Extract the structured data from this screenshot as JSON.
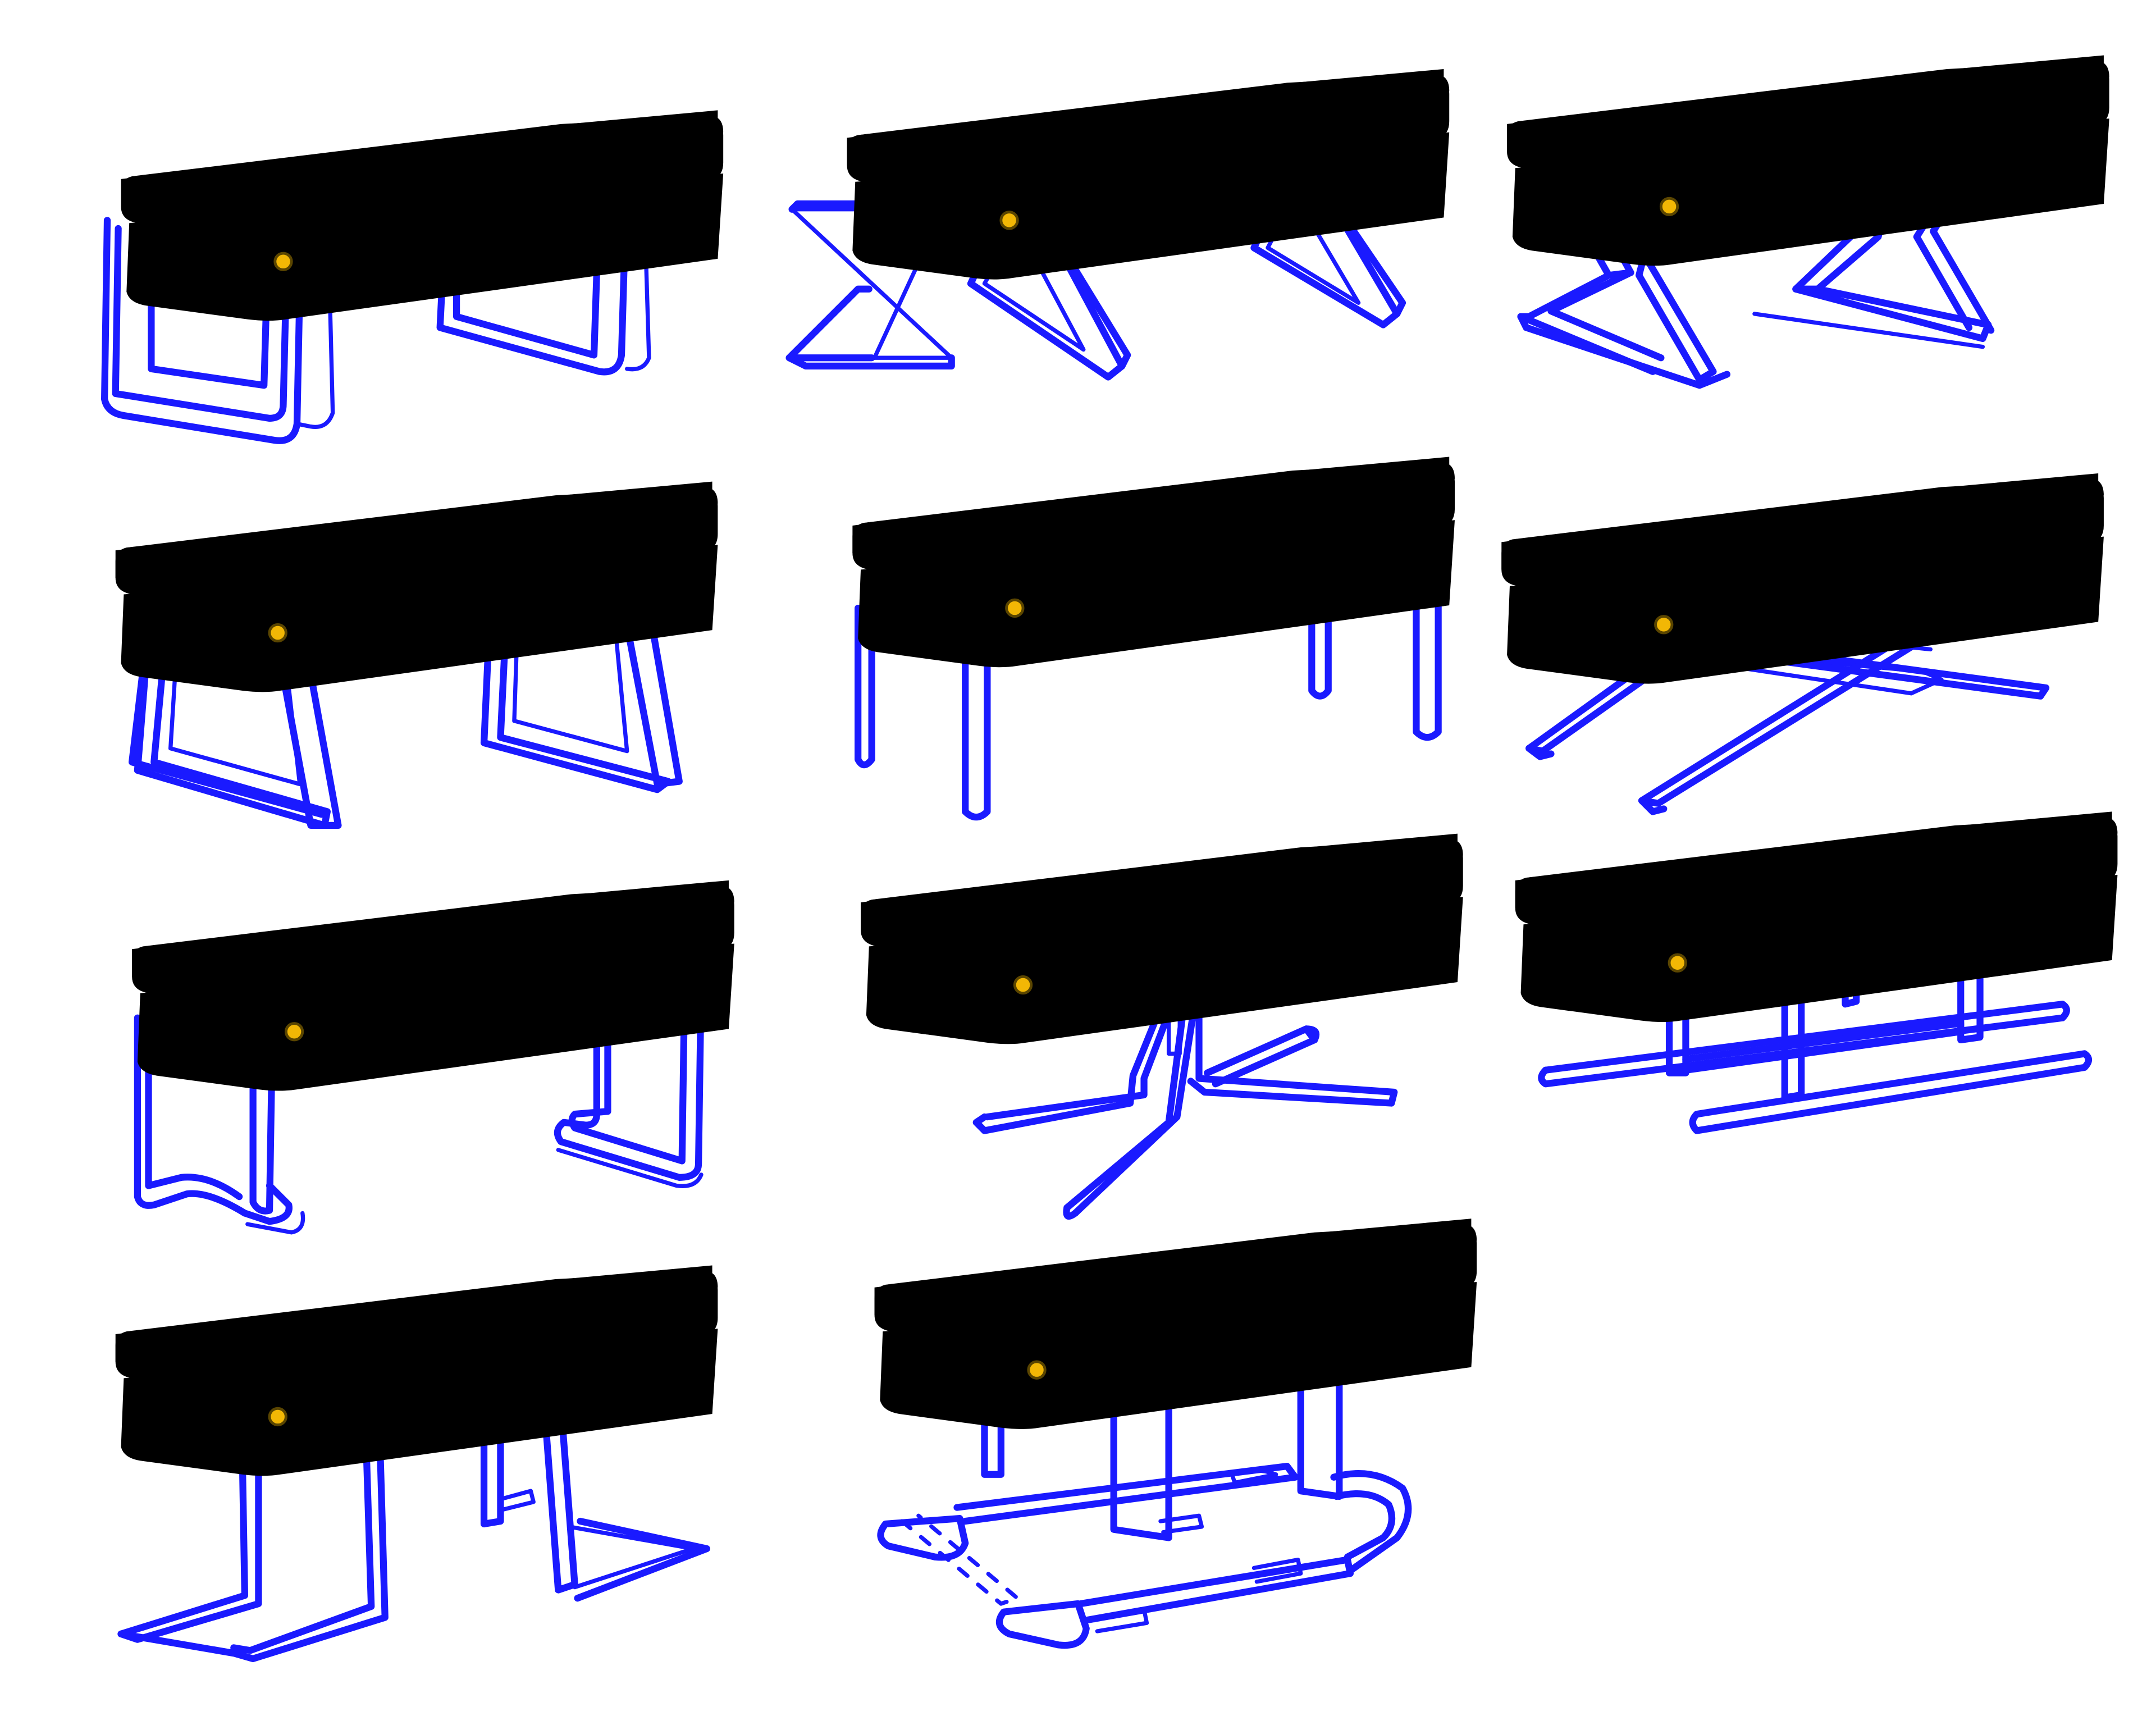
{
  "sheet": {
    "background": "#ffffff",
    "cushion_ink_color": "#111111",
    "frame_line_color": "#1a1aff",
    "button_color": "#f2b705"
  },
  "variants": [
    {
      "name": "bench-sled-loop-legs"
    },
    {
      "name": "bench-x-trestle-legs"
    },
    {
      "name": "bench-zigzag-x-legs"
    },
    {
      "name": "bench-trapezoid-legs"
    },
    {
      "name": "bench-four-tube-legs"
    },
    {
      "name": "bench-flat-cross-base"
    },
    {
      "name": "bench-cantilever-hook-legs"
    },
    {
      "name": "bench-pedestal-star-base"
    },
    {
      "name": "bench-runner-rail-base"
    },
    {
      "name": "bench-z-frame-legs"
    },
    {
      "name": "bench-tube-loop-base"
    }
  ]
}
